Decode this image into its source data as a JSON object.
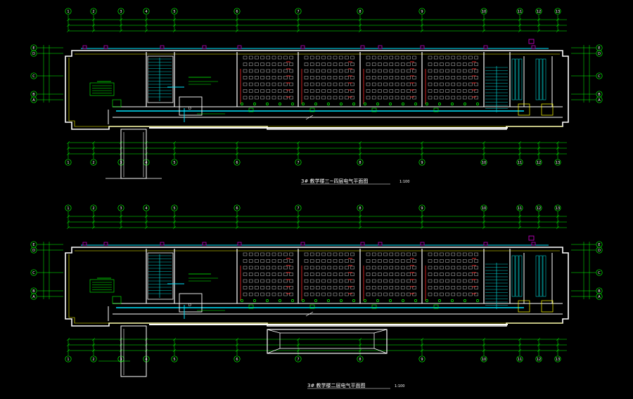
{
  "drawing": {
    "background": "#000000",
    "colors": {
      "wall": "#ffffff",
      "axis": "#00ff00",
      "cable": "#00e5ff",
      "desk": "#c8c8c8",
      "tray": "#c000c0",
      "accent_red": "#ff2a2a",
      "stair": "#00c8c8",
      "yellow": "#ffff00"
    },
    "axis_labels_columns": [
      "1",
      "2",
      "3",
      "4",
      "5",
      "6",
      "7",
      "8",
      "9",
      "10",
      "11",
      "12",
      "13"
    ],
    "axis_labels_rows": [
      "E",
      "D",
      "C",
      "B",
      "A"
    ],
    "plans": [
      {
        "id": "upper",
        "title": "3# 教学楼三~四层电气平面图",
        "scale": "1:100"
      },
      {
        "id": "lower",
        "title": "3# 教学楼二层电气平面图",
        "scale": "1:100"
      }
    ]
  }
}
